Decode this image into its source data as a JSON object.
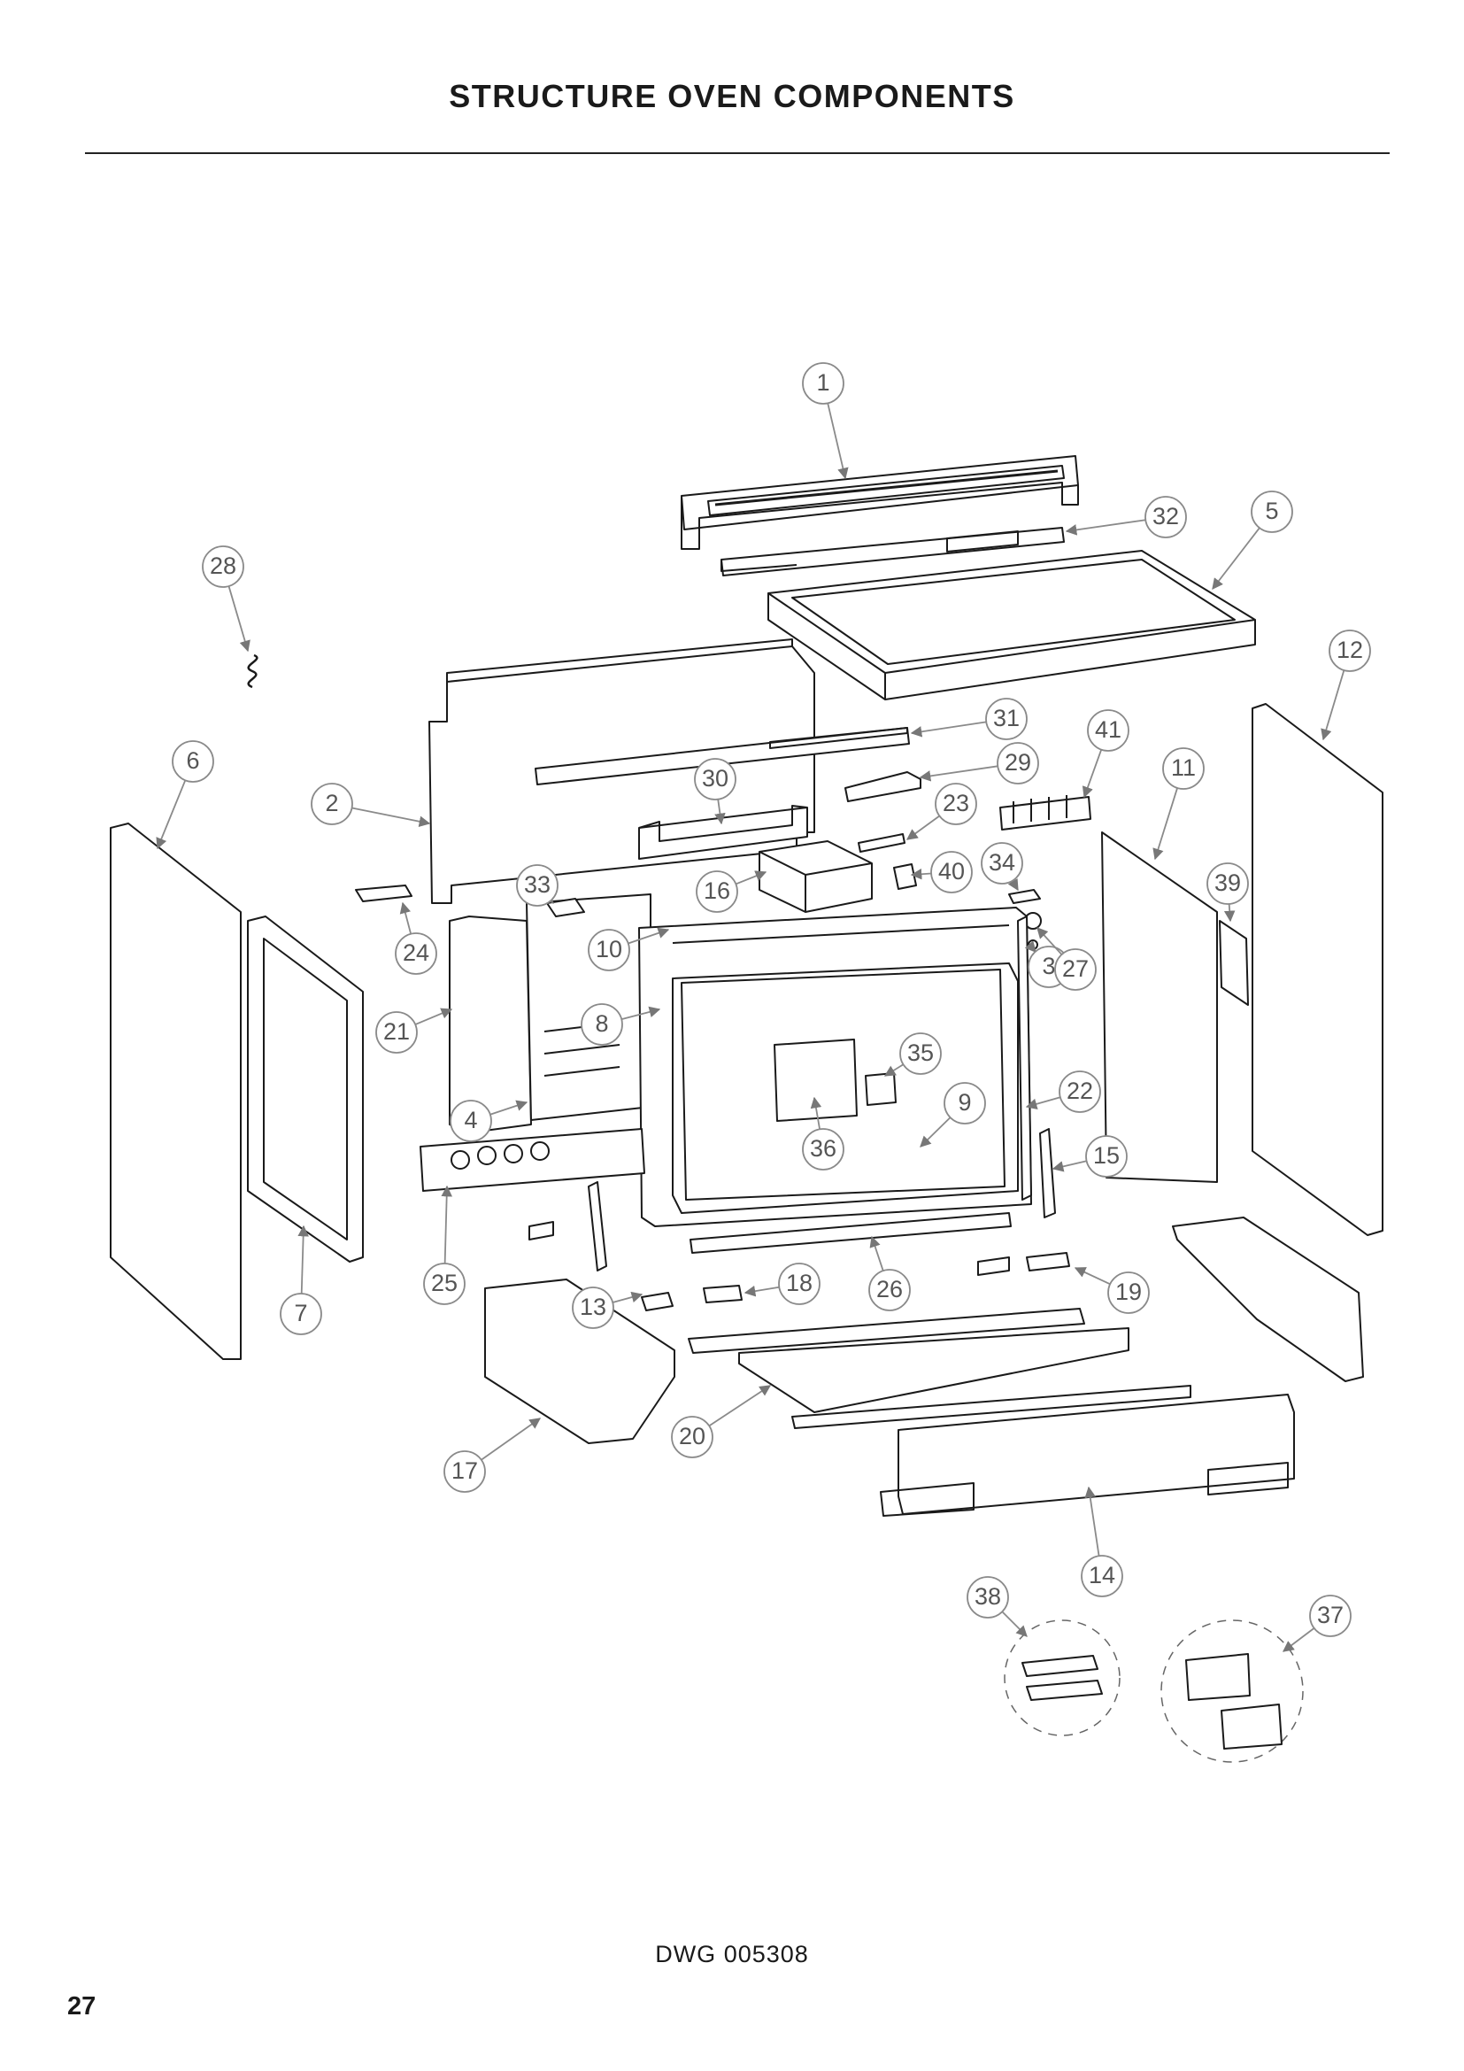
{
  "header": {
    "title": "STRUCTURE OVEN COMPONENTS"
  },
  "footer": {
    "drawing_number": "DWG 005308",
    "page_number": "27"
  },
  "colors": {
    "line": "#1a1a1a",
    "callout": "#8a8a8a",
    "callout_text": "#555555"
  },
  "callouts": [
    "1",
    "2",
    "3",
    "4",
    "5",
    "6",
    "7",
    "8",
    "9",
    "10",
    "11",
    "12",
    "13",
    "14",
    "15",
    "16",
    "17",
    "18",
    "19",
    "20",
    "21",
    "22",
    "23",
    "24",
    "25",
    "26",
    "27",
    "28",
    "29",
    "30",
    "31",
    "32",
    "33",
    "34",
    "35",
    "36",
    "37",
    "38",
    "39",
    "40",
    "41"
  ]
}
